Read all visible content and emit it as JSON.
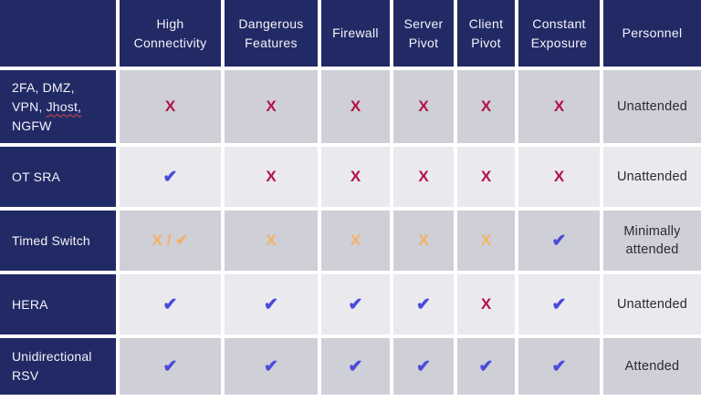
{
  "palette": {
    "header_bg": "#222a66",
    "header_text": "#f3f4f8",
    "row_bg_dark": "#cecfd7",
    "row_bg_light": "#e9e9ee",
    "x_color": "#b41245",
    "check_color": "#4b49da",
    "warn_color": "#f4b264",
    "body_text": "#2a2a33",
    "grid_gap": "#ffffff"
  },
  "chart_data": {
    "type": "table",
    "columns": [
      "",
      "High Connectivity",
      "Dangerous Features",
      "Firewall",
      "Server Pivot",
      "Client Pivot",
      "Constant Exposure",
      "Personnel"
    ],
    "rows": [
      {
        "label": "2FA, DMZ, VPN, Jhost, NGFW",
        "label_before": "2FA, DMZ, VPN, ",
        "label_misspelled": "Jhost,",
        "label_after": " NGFW",
        "cells": [
          {
            "kind": "x",
            "glyph": "X"
          },
          {
            "kind": "x",
            "glyph": "X"
          },
          {
            "kind": "x",
            "glyph": "X"
          },
          {
            "kind": "x",
            "glyph": "X"
          },
          {
            "kind": "x",
            "glyph": "X"
          },
          {
            "kind": "x",
            "glyph": "X"
          },
          {
            "kind": "text",
            "glyph": "Unattended"
          }
        ]
      },
      {
        "label": "OT SRA",
        "cells": [
          {
            "kind": "check",
            "glyph": "✔"
          },
          {
            "kind": "x",
            "glyph": "X"
          },
          {
            "kind": "x",
            "glyph": "X"
          },
          {
            "kind": "x",
            "glyph": "X"
          },
          {
            "kind": "x",
            "glyph": "X"
          },
          {
            "kind": "x",
            "glyph": "X"
          },
          {
            "kind": "text",
            "glyph": "Unattended"
          }
        ]
      },
      {
        "label": "Timed Switch",
        "cells": [
          {
            "kind": "mixed",
            "glyph": "X / ✔"
          },
          {
            "kind": "warn",
            "glyph": "X"
          },
          {
            "kind": "warn",
            "glyph": "X"
          },
          {
            "kind": "warn",
            "glyph": "X"
          },
          {
            "kind": "warn",
            "glyph": "X"
          },
          {
            "kind": "check",
            "glyph": "✔"
          },
          {
            "kind": "text",
            "glyph": "Minimally attended"
          }
        ]
      },
      {
        "label": "HERA",
        "cells": [
          {
            "kind": "check",
            "glyph": "✔"
          },
          {
            "kind": "check",
            "glyph": "✔"
          },
          {
            "kind": "check",
            "glyph": "✔"
          },
          {
            "kind": "check",
            "glyph": "✔"
          },
          {
            "kind": "x",
            "glyph": "X"
          },
          {
            "kind": "check",
            "glyph": "✔"
          },
          {
            "kind": "text",
            "glyph": "Unattended"
          }
        ]
      },
      {
        "label": "Unidirectional RSV",
        "cells": [
          {
            "kind": "check",
            "glyph": "✔"
          },
          {
            "kind": "check",
            "glyph": "✔"
          },
          {
            "kind": "check",
            "glyph": "✔"
          },
          {
            "kind": "check",
            "glyph": "✔"
          },
          {
            "kind": "check",
            "glyph": "✔"
          },
          {
            "kind": "check",
            "glyph": "✔"
          },
          {
            "kind": "text",
            "glyph": "Attended"
          }
        ]
      }
    ]
  }
}
